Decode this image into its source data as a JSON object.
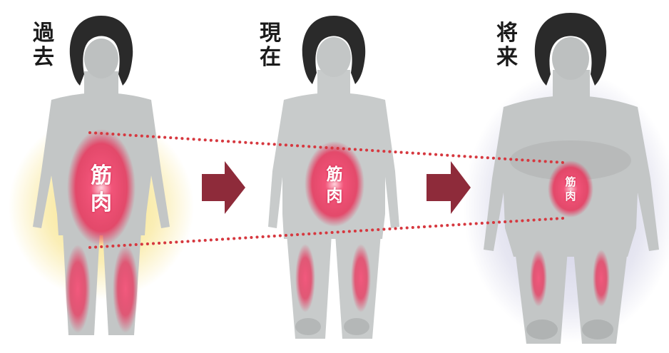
{
  "stages": [
    {
      "label_line1": "過",
      "label_line2": "去",
      "muscle_line1": "筋",
      "muscle_line2": "肉"
    },
    {
      "label_line1": "現",
      "label_line2": "在",
      "muscle_line1": "筋",
      "muscle_line2": "肉"
    },
    {
      "label_line1": "将",
      "label_line2": "来",
      "muscle_line1": "筋",
      "muscle_line2": "肉"
    }
  ],
  "colors": {
    "body": "#c3c6c6",
    "hair": "#2a2a2a",
    "muscle": "#e8335a",
    "glow_past": "#f7e07a",
    "glow_future": "#b8b8d8",
    "arrow": "#8e2b3a",
    "dots": "#d6383f"
  },
  "icons": [
    "right-arrow-icon",
    "right-arrow-icon"
  ]
}
